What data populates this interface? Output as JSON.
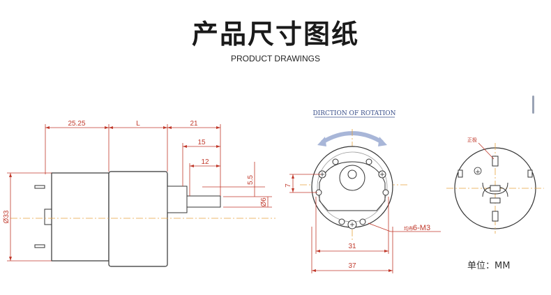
{
  "header": {
    "title": "产品尺寸图纸",
    "subtitle": "PRODUCT DRAWINGS"
  },
  "side_view": {
    "dims": {
      "d1": "25.25",
      "d2": "L",
      "d3": "21",
      "d4": "15",
      "d5": "12",
      "d6": "5.5",
      "d7": "Ø6",
      "d8": "Ø33"
    }
  },
  "front_view": {
    "rotation_label": "DIRCTION OF ROTATION",
    "dims": {
      "offset": "7",
      "bolt_width": "31",
      "body_width": "37",
      "screws": "6-M3",
      "screws_prefix": "均布"
    }
  },
  "back_view": {
    "pos_label": "正极",
    "plus_mark": "+"
  },
  "unit": "单位：MM",
  "colors": {
    "dimension": "#c0392b",
    "outline": "#333333",
    "rotation": "#6b7fb5"
  }
}
